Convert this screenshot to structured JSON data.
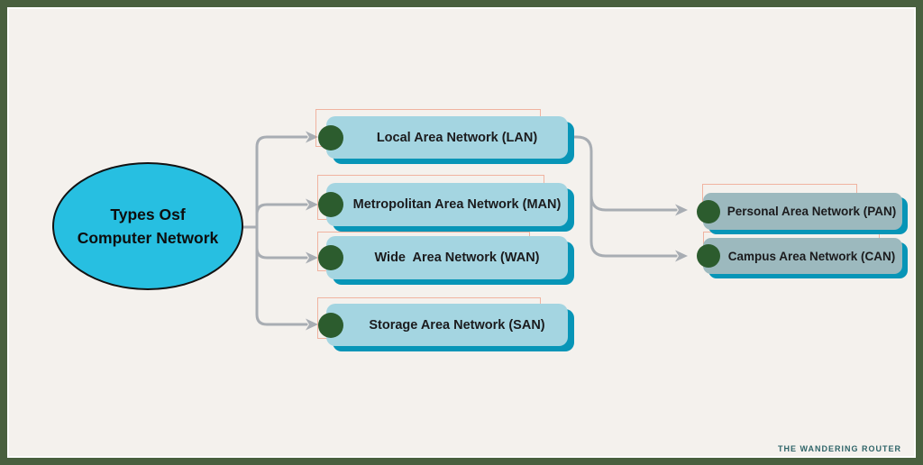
{
  "title": "Types of computer network diagram",
  "root": {
    "line1": "Types Osf",
    "line2": "Computer Network"
  },
  "level1": [
    {
      "id": "lan",
      "label": "Local Area Network (LAN)"
    },
    {
      "id": "man",
      "label": "Metropolitan Area Network (MAN)"
    },
    {
      "id": "wan",
      "label": "Wide  Area Network (WAN)"
    },
    {
      "id": "san",
      "label": "Storage Area Network (SAN)"
    }
  ],
  "level2": [
    {
      "id": "pan",
      "label": "Personal Area Network (PAN)"
    },
    {
      "id": "can",
      "label": "Campus Area Network (CAN)"
    }
  ],
  "edges": [
    {
      "from": "root",
      "to": "lan"
    },
    {
      "from": "root",
      "to": "man"
    },
    {
      "from": "root",
      "to": "wan"
    },
    {
      "from": "root",
      "to": "san"
    },
    {
      "from": "lan",
      "to": "pan"
    },
    {
      "from": "lan",
      "to": "can"
    }
  ],
  "watermark": {
    "text": "THE WANDERING ROUTER"
  },
  "colors": {
    "bg": "#f4f1ed",
    "frame": "#49603f",
    "root": "#27bfe1",
    "box1": "#a4d5e1",
    "box2": "#9cb9be",
    "shadow": "#0795b7",
    "bullet": "#2c5c2e",
    "line": "#a8adb3",
    "accent": "#ed8060",
    "wm": "#2e6468"
  }
}
